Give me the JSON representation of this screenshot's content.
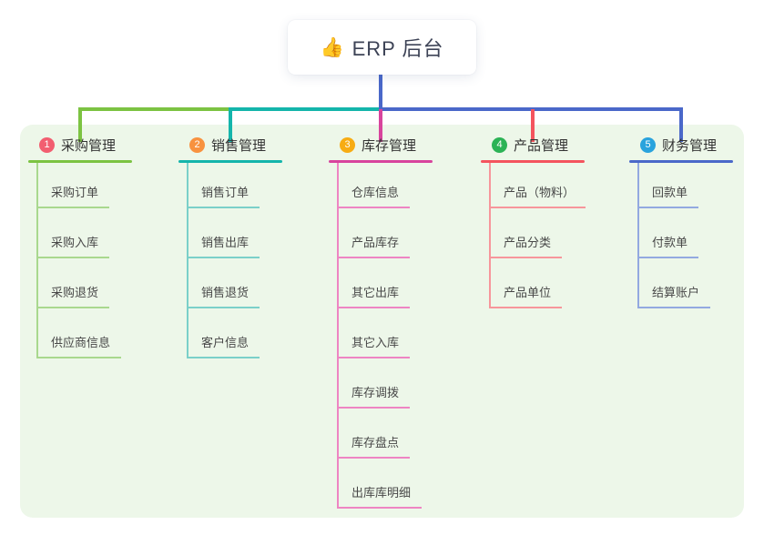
{
  "root": {
    "emoji": "👍",
    "emoji_icon": "thumbs-up-icon",
    "label": "ERP 后台"
  },
  "panel": {
    "bg_color": "#edf7e9"
  },
  "connector": {
    "trunk_color": "#4a68c9"
  },
  "branches": [
    {
      "num": "1",
      "label": "采购管理",
      "badge_color": "#f25e70",
      "line_color": "#7cc342",
      "child_line_color": "#a9d88e",
      "children": [
        "采购订单",
        "采购入库",
        "采购退货",
        "供应商信息"
      ]
    },
    {
      "num": "2",
      "label": "销售管理",
      "badge_color": "#f8923f",
      "line_color": "#14b5ab",
      "child_line_color": "#7bd0c9",
      "children": [
        "销售订单",
        "销售出库",
        "销售退货",
        "客户信息"
      ]
    },
    {
      "num": "3",
      "label": "库存管理",
      "badge_color": "#f7ac13",
      "line_color": "#d8449d",
      "child_line_color": "#ee85c3",
      "children": [
        "仓库信息",
        "产品库存",
        "其它出库",
        "其它入库",
        "库存调拨",
        "库存盘点",
        "出库库明细"
      ]
    },
    {
      "num": "4",
      "label": "产品管理",
      "badge_color": "#2cb356",
      "line_color": "#f4545e",
      "child_line_color": "#f7969b",
      "children": [
        "产品（物料）",
        "产品分类",
        "产品单位"
      ]
    },
    {
      "num": "5",
      "label": "财务管理",
      "badge_color": "#29a3dd",
      "line_color": "#4a68c9",
      "child_line_color": "#93a9e0",
      "children": [
        "回款单",
        "付款单",
        "结算账户"
      ]
    }
  ]
}
